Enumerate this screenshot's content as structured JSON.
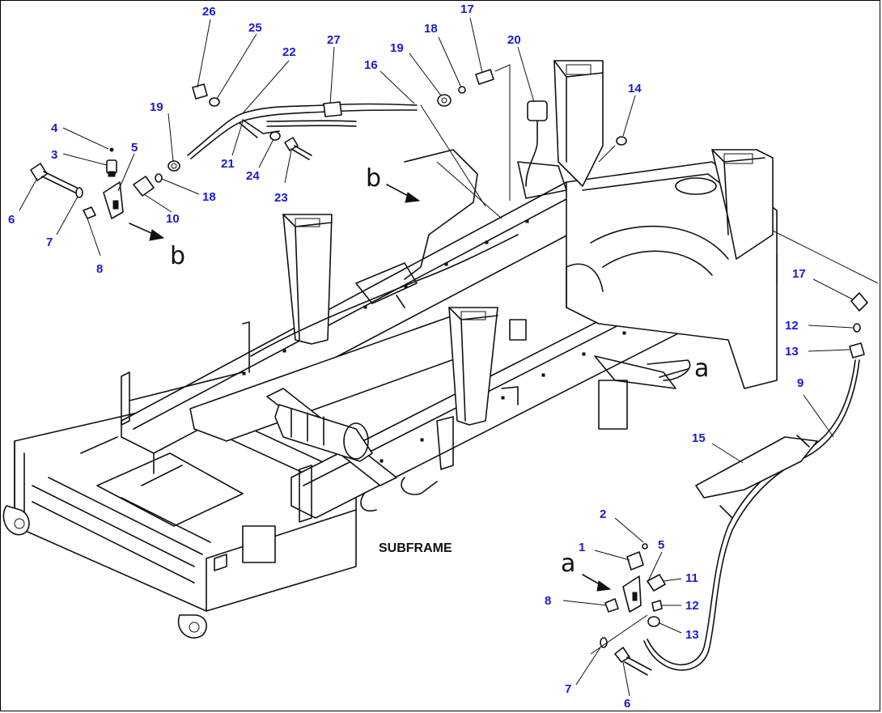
{
  "caption": "SUBFRAME",
  "view_letters": {
    "b_main": "b",
    "b_detail": "b",
    "a_main": "a",
    "a_detail": "a"
  },
  "callouts": {
    "c26": "26",
    "c25": "25",
    "c22": "22",
    "c27": "27",
    "c16": "16",
    "c19_top": "19",
    "c18_top": "18",
    "c17_top": "17",
    "c20": "20",
    "c14": "14",
    "c4_left": "4",
    "c19_left": "19",
    "c3_left": "3",
    "c5_left": "5",
    "c21": "21",
    "c24": "24",
    "c23": "23",
    "c18_left": "18",
    "c10": "10",
    "c6_left": "6",
    "c7_left": "7",
    "c8_left": "8",
    "c17_right": "17",
    "c12_right": "12",
    "c13_right": "13",
    "c9": "9",
    "c15": "15",
    "c2": "2",
    "c1": "1",
    "c5_bottom": "5",
    "c11": "11",
    "c8_bottom": "8",
    "c12_bottom": "12",
    "c13_bottom": "13",
    "c7_bottom": "7",
    "c6_bottom": "6"
  }
}
